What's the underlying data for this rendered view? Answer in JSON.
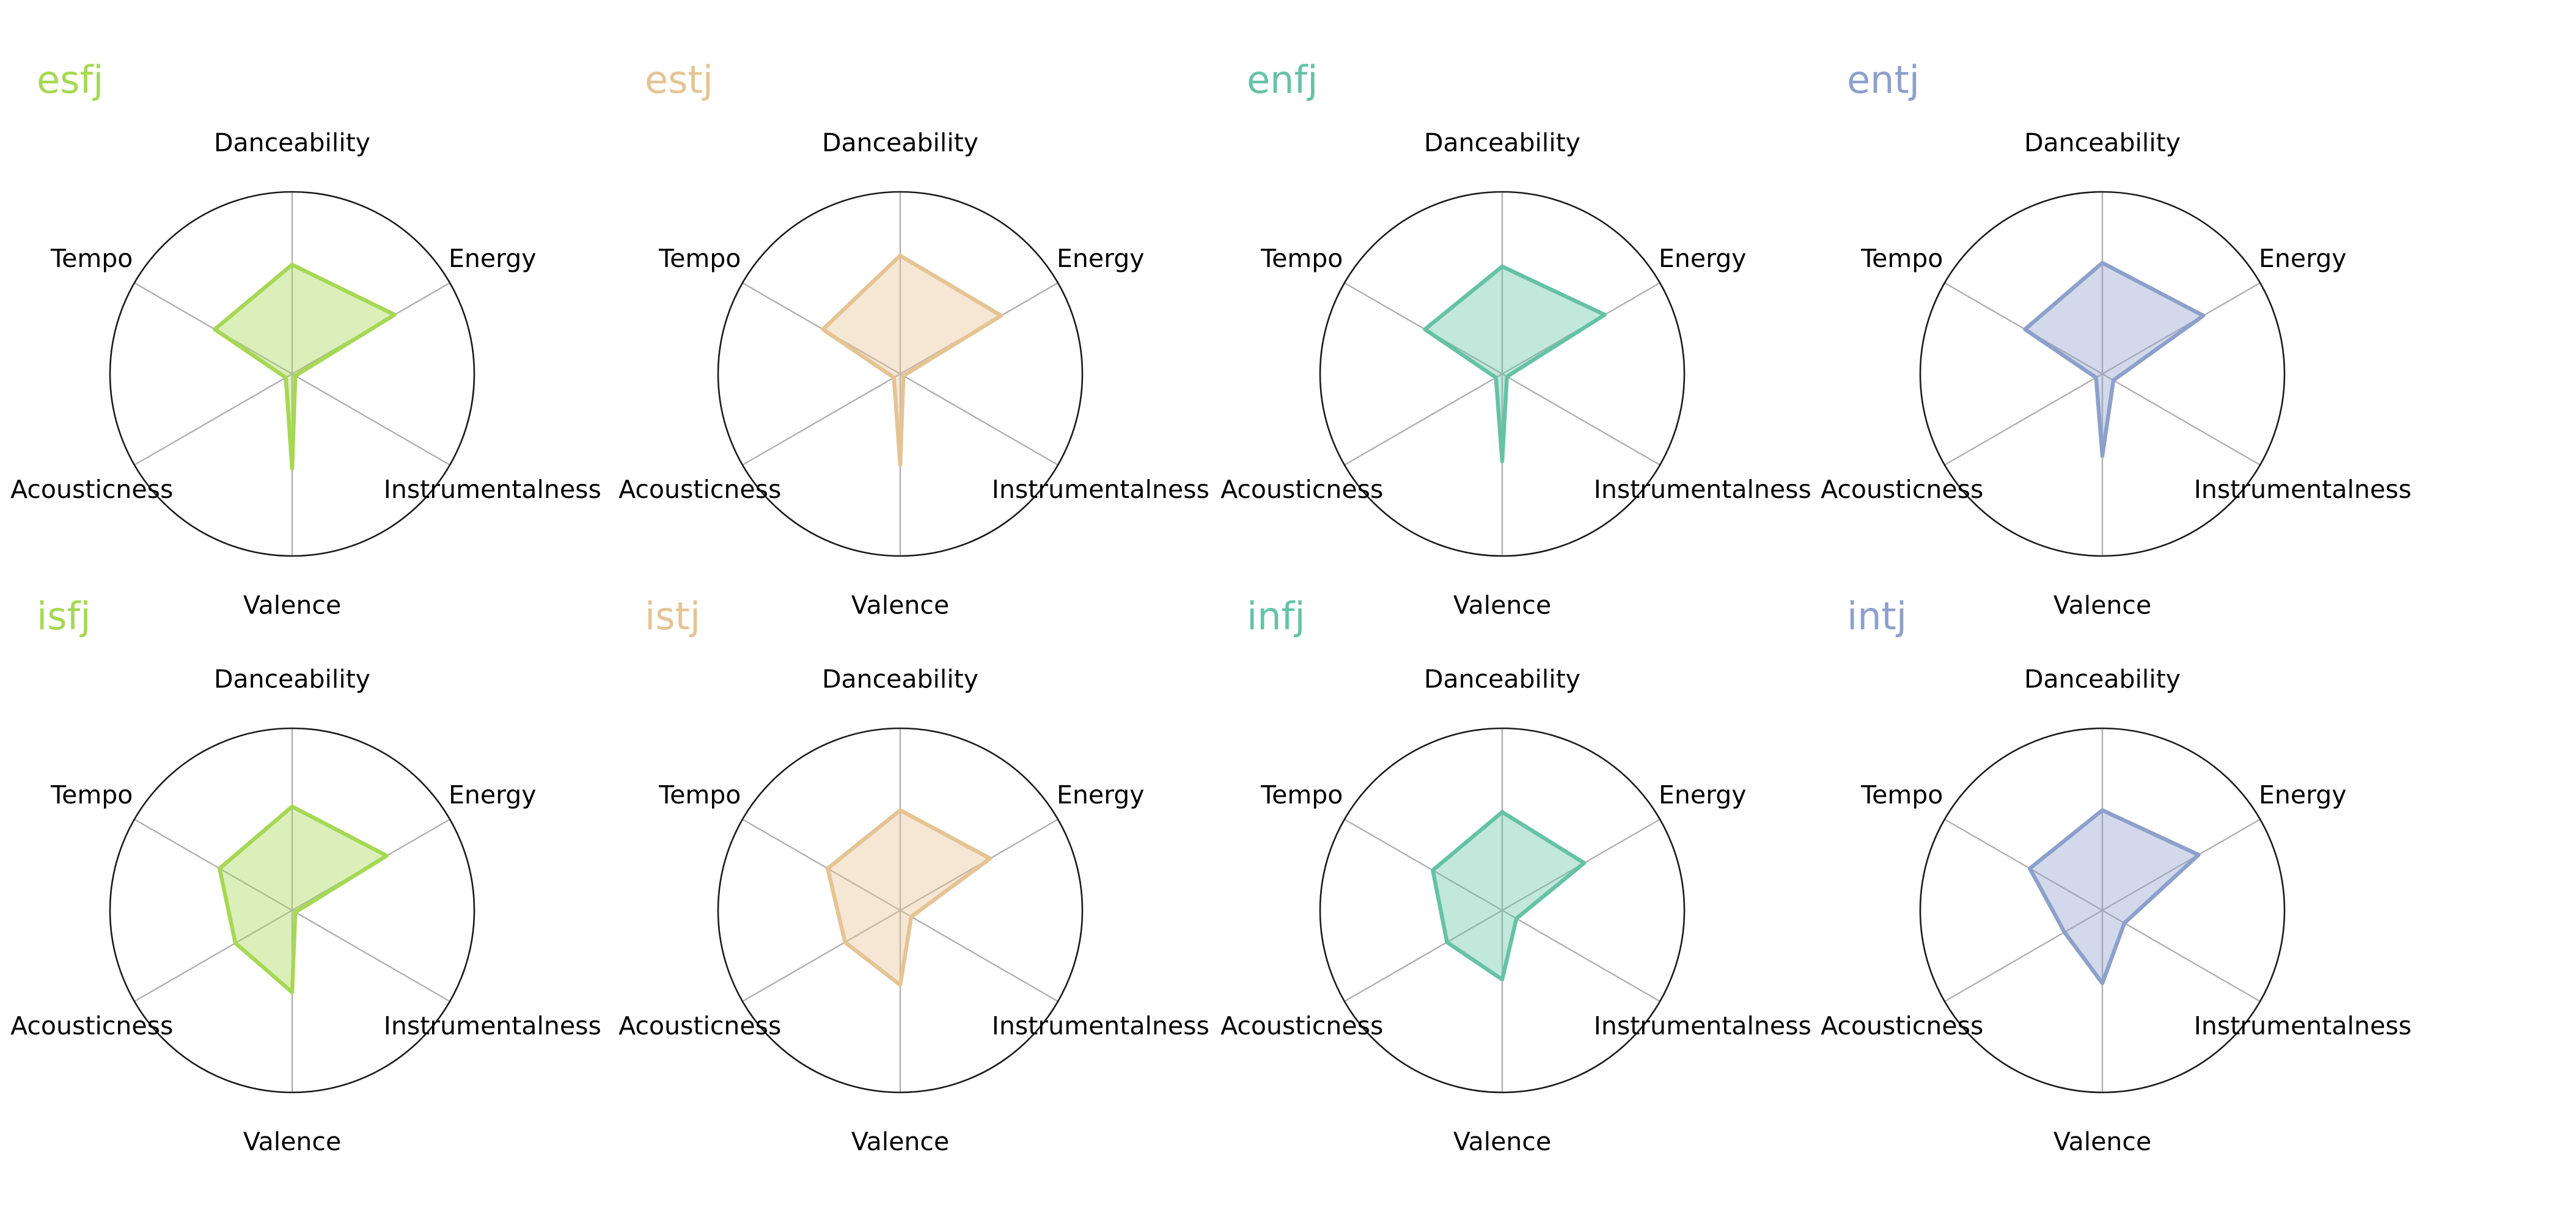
{
  "chart_data": [
    {
      "type": "radar",
      "title": "esfj",
      "color": "#a6d854",
      "axes": [
        "Danceability",
        "Energy",
        "Instrumentalness",
        "Valence",
        "Acousticness",
        "Tempo"
      ],
      "range": [
        0,
        1
      ],
      "grid": true,
      "values": [
        0.6,
        0.65,
        0.02,
        0.52,
        0.04,
        0.49
      ]
    },
    {
      "type": "radar",
      "title": "estj",
      "color": "#e5c494",
      "axes": [
        "Danceability",
        "Energy",
        "Instrumentalness",
        "Valence",
        "Acousticness",
        "Tempo"
      ],
      "range": [
        0,
        1
      ],
      "grid": true,
      "values": [
        0.65,
        0.64,
        0.02,
        0.5,
        0.04,
        0.49
      ]
    },
    {
      "type": "radar",
      "title": "enfj",
      "color": "#66c2a5",
      "axes": [
        "Danceability",
        "Energy",
        "Instrumentalness",
        "Valence",
        "Acousticness",
        "Tempo"
      ],
      "range": [
        0,
        1
      ],
      "grid": true,
      "values": [
        0.59,
        0.65,
        0.03,
        0.48,
        0.04,
        0.49
      ]
    },
    {
      "type": "radar",
      "title": "entj",
      "color": "#8da0cb",
      "axes": [
        "Danceability",
        "Energy",
        "Instrumentalness",
        "Valence",
        "Acousticness",
        "Tempo"
      ],
      "range": [
        0,
        1
      ],
      "grid": true,
      "values": [
        0.61,
        0.64,
        0.07,
        0.45,
        0.04,
        0.49
      ]
    },
    {
      "type": "radar",
      "title": "isfj",
      "color": "#a6d854",
      "axes": [
        "Danceability",
        "Energy",
        "Instrumentalness",
        "Valence",
        "Acousticness",
        "Tempo"
      ],
      "range": [
        0,
        1
      ],
      "grid": true,
      "values": [
        0.57,
        0.6,
        0.02,
        0.45,
        0.36,
        0.46
      ]
    },
    {
      "type": "radar",
      "title": "istj",
      "color": "#e5c494",
      "axes": [
        "Danceability",
        "Energy",
        "Instrumentalness",
        "Valence",
        "Acousticness",
        "Tempo"
      ],
      "range": [
        0,
        1
      ],
      "grid": true,
      "values": [
        0.55,
        0.57,
        0.07,
        0.41,
        0.35,
        0.46
      ]
    },
    {
      "type": "radar",
      "title": "infj",
      "color": "#66c2a5",
      "axes": [
        "Danceability",
        "Energy",
        "Instrumentalness",
        "Valence",
        "Acousticness",
        "Tempo"
      ],
      "range": [
        0,
        1
      ],
      "grid": true,
      "values": [
        0.54,
        0.52,
        0.09,
        0.38,
        0.35,
        0.44
      ]
    },
    {
      "type": "radar",
      "title": "intj",
      "color": "#8da0cb",
      "axes": [
        "Danceability",
        "Energy",
        "Instrumentalness",
        "Valence",
        "Acousticness",
        "Tempo"
      ],
      "range": [
        0,
        1
      ],
      "grid": true,
      "values": [
        0.55,
        0.61,
        0.14,
        0.4,
        0.24,
        0.46
      ]
    }
  ]
}
